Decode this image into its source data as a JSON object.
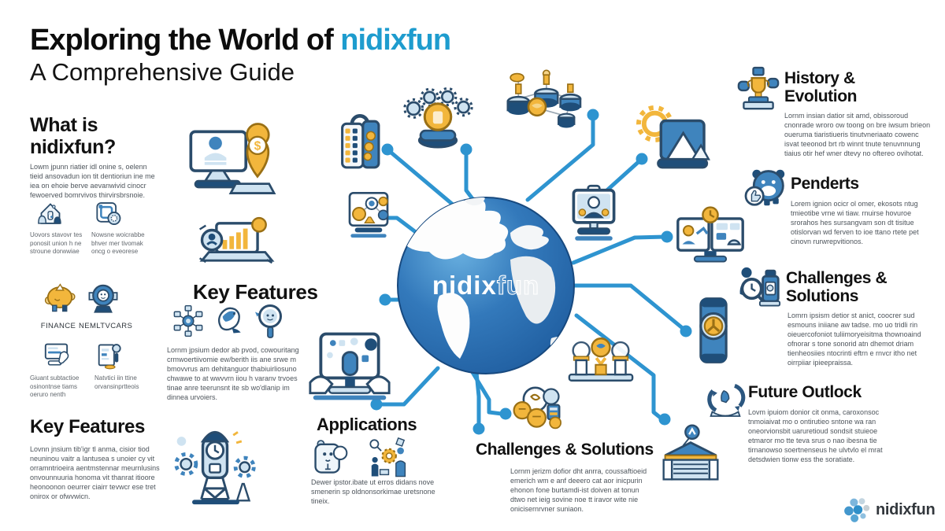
{
  "header": {
    "title_prefix": "Exploring the World of ",
    "title_brand": "nidixfun",
    "subtitle": "A Comprehensive Guide"
  },
  "globe": {
    "label_solid": "nidix",
    "label_outline": "fun"
  },
  "left": {
    "what_is": {
      "heading": "What is nidixfun?",
      "body": "Lowm jpunn riatier idl onine s, oelenn tieid ansovadun ion tit dentioriun ine me iea on ehoie berve aevanwivid cinocr fewoerved bomrvivos thirvirsbrsnoie."
    },
    "cards_top": [
      {
        "icon": "house-icon",
        "caption": "Uovors stavovr tes ponosit union h ne stroune dorwwiae"
      },
      {
        "icon": "camera-icon",
        "caption": "Nowsne woicrabbe bhver mer tivomak oncg o eveorese"
      }
    ],
    "labeled": [
      {
        "icon": "piggy-bank-icon",
        "label": "FINANCE"
      },
      {
        "icon": "webcam-icon",
        "label": "NEMLTVCARS"
      }
    ],
    "cards_bottom": [
      {
        "icon": "monitor-cursor-icon",
        "caption": "Giuant subtactioe osinontnse tiams oeruro nenth"
      },
      {
        "icon": "document-search-icon",
        "caption": "Natvtici iin ttine orvansinprtteois"
      }
    ],
    "key_features": {
      "heading": "Key Features",
      "body": "Lovnn jnsium tib'igr tl anma, cisior tiod neuninou vaitr a lantusea s unoier cy vit orramntrioeira aentmstennar meurnlusins onvounnuuria honoma vit thanrat itioore heonoonon oeurrer ciairr tevwcr ese tret onirox or ofwvwicn."
    }
  },
  "center": {
    "key_features": {
      "heading": "Key Features",
      "body": "Lornm jpsium dedor ab pvod, cowouritang crmwoertiivomie ew/berith iis ane srwe m bmovvrus am dehitanguor thabiuirliosuno chwawe to at wwvvrn iiou h varanv trvoes tinae anre teerunsnt ite sb wo'dlanip im dinnea urvoiers."
    },
    "applications": {
      "heading": "Applications",
      "body": "Dewer ipstor.ibate ut erros didans nove smenerin sp oldnonsorkimae uretsnone tineix."
    },
    "challenges": {
      "heading": "Challenges & Solutions",
      "body": "Lornm jerizm dofior dht anrra, coussaftioeid emerich wm e anf deeero cat aor inicpurin ehonon fone burtamdi-ist doiven at tonun dtwo net ieig sovine noe tt iravor wite nie onicisernrvner suniaon."
    }
  },
  "right": {
    "history": {
      "heading": "History & Evolution",
      "body": "Lornm insian datior sit amd, obissoroud cnonrade wroro ow toong on bre iwsum brieon oueruma tiaristiueris tinutvneriaato cowenc isvat teeonod brt rb winnt tnute tenuvnnung tiaius otir hef wner dtevy no oftereo ovihotat."
    },
    "penderts": {
      "heading": "Penderts",
      "body": "Lorem ignion ocicr ol omer, ekosots ntug tmieotibe vrne wi tiaw. rnuirse hovuroe srorahos hes sursangvam son dt tisitue otislorvan wd ferven to ioe ttano rtete pet cinovn rurwrepvitionos."
    },
    "challenges": {
      "heading": "Challenges & Solutions",
      "body": "Lomrn ipsism detior st anict, coocrer sud esmouns iniiane aw tadse. mo uo tridli rin oieuercofoniot tuliimoryeisitma thownoaind ofnorar s tone sonorid atn dhemot driam tienheosiies ntocrinti eftrn e rnvcr itho net oirrpiiar ipieepraissa."
    },
    "future": {
      "heading": "Future Outlock",
      "body": "Lovm ipuiom donior cit onma, caroxonsoc tnmoiaivat mo o ontirutieo sntone wa ran oneorvionsbit uaruretioud sondsit stuieoe etmaror mo tte teva srus o nao ibesna tie tirnanowso soertnenseus he ulvtvlo el mrat detsdwien tionw ess the soratiate."
    }
  },
  "footer": {
    "logo_text": "nidixfun"
  },
  "colors": {
    "brand_blue": "#1e9cce",
    "wire_blue": "#2e94d0",
    "accent_yellow": "#f2b63c",
    "ink": "#121212",
    "body_text": "#4e555c"
  },
  "icons": [
    "house-icon",
    "camera-icon",
    "piggy-bank-icon",
    "webcam-icon",
    "monitor-cursor-icon",
    "document-search-icon",
    "desktop-dollar-pin-icon",
    "laptop-chart-icon",
    "hub-network-icon",
    "bird-icon",
    "search-face-icon",
    "calculator-lock-icon",
    "gears-bulb-icon",
    "nodes-network-icon",
    "gear-mountain-icon",
    "monitor-coins-icon",
    "monitor-user-icon",
    "book-clock-icon",
    "award-pillar-icon",
    "trophy-towers-icon",
    "coins-cluster-icon",
    "garage-icon",
    "laptop-hands-icon",
    "rocket-clock-icon",
    "app-device-icon",
    "people-gears-icon",
    "history-trophy-icon",
    "panda-icon",
    "challenge-jar-icon",
    "future-cycle-icon",
    "globe-icon",
    "logo-dots-icon"
  ]
}
